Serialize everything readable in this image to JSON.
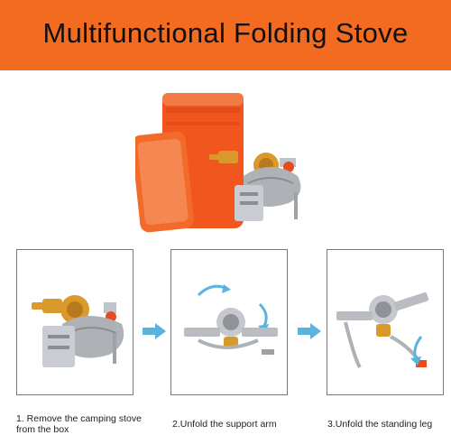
{
  "banner": {
    "title": "Multifunctional Folding Stove",
    "color": "#f36a21"
  },
  "steps": [
    {
      "caption_line1": "1. Remove the camping stove",
      "caption_line2": "from the box"
    },
    {
      "caption_line1": "2.Unfold the support arm"
    },
    {
      "caption_line1": "3.Unfold the standing leg"
    }
  ],
  "colors": {
    "box_orange": "#f0561e",
    "brass": "#d99a2b",
    "steel": "#b9bcc0",
    "arrow_blue": "#5ab4de"
  }
}
